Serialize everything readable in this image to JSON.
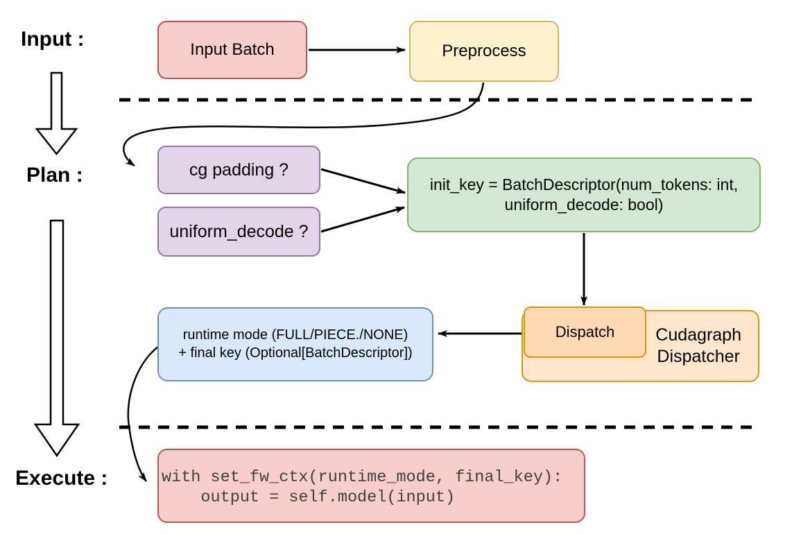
{
  "labels": {
    "input": "Input :",
    "plan": "Plan :",
    "execute": "Execute :"
  },
  "nodes": {
    "input_batch": {
      "label": "Input Batch",
      "fill": "#f8cecc",
      "stroke": "#b85450"
    },
    "preprocess": {
      "label": "Preprocess",
      "fill": "#fff2cc",
      "stroke": "#d6b656"
    },
    "cg_padding": {
      "label": "cg padding ?",
      "fill": "#e1d5e7",
      "stroke": "#9673a6"
    },
    "uniform_decode": {
      "label": "uniform_decode ?",
      "fill": "#e1d5e7",
      "stroke": "#9673a6"
    },
    "init_key": {
      "line1": "init_key = BatchDescriptor(num_tokens: int,",
      "line2": "uniform_decode: bool)",
      "fill": "#d5e8d4",
      "stroke": "#82b366"
    },
    "runtime_mode": {
      "line1": "runtime mode (FULL/PIECE./NONE)",
      "line2": "+ final key (Optional[BatchDescriptor])",
      "fill": "#dae8fc",
      "stroke": "#6c8ebf"
    },
    "dispatch": {
      "label": "Dispatch",
      "fill": "#ffd9b3",
      "stroke": "#d79b00"
    },
    "cudagraph_dispatcher": {
      "line1": "Cudagraph",
      "line2": "Dispatcher",
      "fill": "#ffe6cc",
      "stroke": "#d79b00"
    },
    "execute_code": {
      "line1": "with set_fw_ctx(runtime_mode, final_key):",
      "line2": "    output = self.model(input)",
      "fill": "#f8cecc",
      "stroke": "#b85450",
      "text_color": "#404040"
    }
  },
  "separators": {
    "style": "dashed",
    "color": "#000000",
    "count": 2
  }
}
